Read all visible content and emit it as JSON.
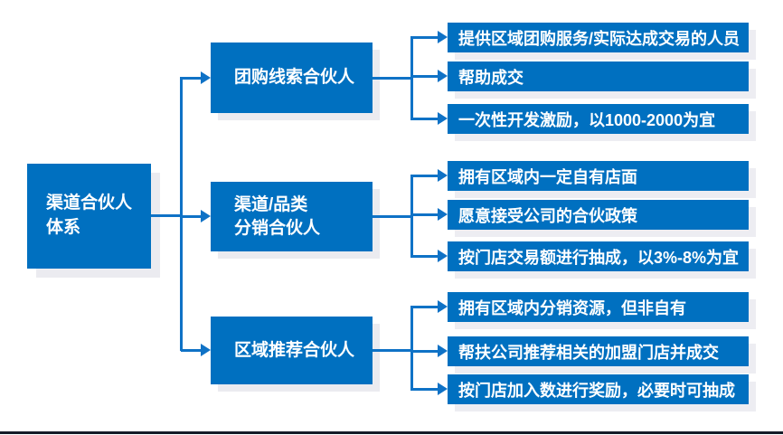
{
  "diagram": {
    "root": {
      "lines": [
        "渠道合伙人",
        "体系"
      ]
    },
    "branches": [
      {
        "lines": [
          "团购线索合伙人"
        ],
        "leaves": [
          "提供区域团购服务/实际达成交易的人员",
          "帮助成交",
          "一次性开发激励，以1000-2000为宜"
        ]
      },
      {
        "lines": [
          "渠道/品类",
          "分销合伙人"
        ],
        "leaves": [
          "拥有区域内一定自有店面",
          "愿意接受公司的合伙政策",
          "按门店交易额进行抽成，以3%-8%为宜"
        ]
      },
      {
        "lines": [
          "区域推荐合伙人"
        ],
        "leaves": [
          "拥有区域内分销资源，但非自有",
          "帮扶公司推荐相关的加盟门店并成交",
          "按门店加入数进行奖励，必要时可抽成"
        ]
      }
    ],
    "colors": {
      "box_fill": "#0070C0",
      "connector": "#0F72C6",
      "text": "#FFFFFF",
      "shadow": "#EBEBF0",
      "bottom_border": "#151B28"
    }
  }
}
